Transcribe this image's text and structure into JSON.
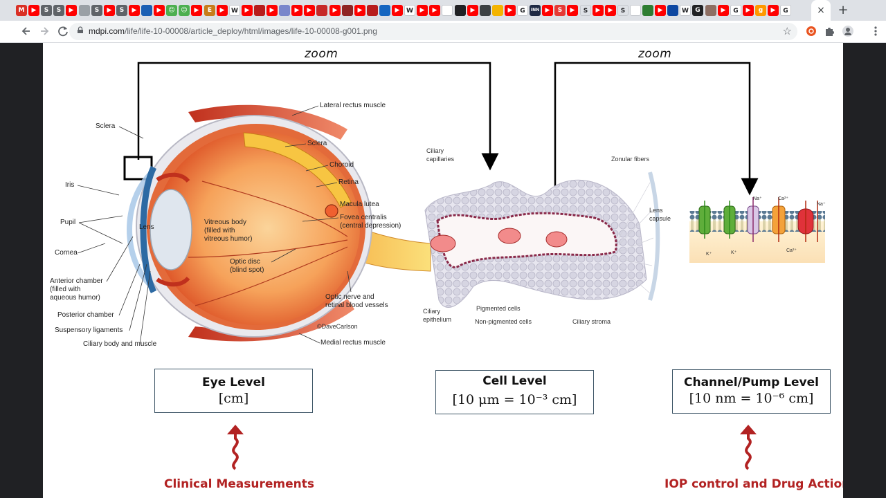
{
  "browser": {
    "tab_close_glyph": "×",
    "new_tab_glyph": "+",
    "url_domain": "mdpi.com",
    "url_path": "/life/life-10-00008/article_deploy/html/images/life-10-00008-g001.png",
    "favicons": [
      {
        "icon": "gmail-icon",
        "color": "#d93025",
        "glyph": "M"
      },
      {
        "icon": "youtube-icon",
        "color": "#ff0000",
        "glyph": "▶"
      },
      {
        "icon": "s-icon",
        "color": "#5f6368",
        "glyph": "S"
      },
      {
        "icon": "s-icon",
        "color": "#5f6368",
        "glyph": "S"
      },
      {
        "icon": "youtube-icon",
        "color": "#ff0000",
        "glyph": "▶"
      },
      {
        "icon": "page-icon",
        "color": "#9aa0a6",
        "glyph": ""
      },
      {
        "icon": "s-icon",
        "color": "#5f6368",
        "glyph": "S"
      },
      {
        "icon": "youtube-icon",
        "color": "#ff0000",
        "glyph": "▶"
      },
      {
        "icon": "s-icon",
        "color": "#5f6368",
        "glyph": "S"
      },
      {
        "icon": "youtube-icon",
        "color": "#ff0000",
        "glyph": "▶"
      },
      {
        "icon": "globe-icon",
        "color": "#1a5fb4",
        "glyph": ""
      },
      {
        "icon": "youtube-icon",
        "color": "#ff0000",
        "glyph": "▶"
      },
      {
        "icon": "smile-icon",
        "color": "#4caf50",
        "glyph": "☺"
      },
      {
        "icon": "smile-icon",
        "color": "#4caf50",
        "glyph": "☺"
      },
      {
        "icon": "youtube-icon",
        "color": "#ff0000",
        "glyph": "▶"
      },
      {
        "icon": "e-icon",
        "color": "#c77c1a",
        "glyph": "E"
      },
      {
        "icon": "youtube-icon",
        "color": "#ff0000",
        "glyph": "▶"
      },
      {
        "icon": "wikipedia-icon",
        "color": "#ffffff",
        "glyph": "W"
      },
      {
        "icon": "youtube-icon",
        "color": "#ff0000",
        "glyph": "▶"
      },
      {
        "icon": "shield-icon",
        "color": "#b71c1c",
        "glyph": ""
      },
      {
        "icon": "youtube-icon",
        "color": "#ff0000",
        "glyph": "▶"
      },
      {
        "icon": "page-icon",
        "color": "#7986cb",
        "glyph": ""
      },
      {
        "icon": "youtube-icon",
        "color": "#ff0000",
        "glyph": "▶"
      },
      {
        "icon": "youtube-icon",
        "color": "#ff0000",
        "glyph": "▶"
      },
      {
        "icon": "doc-icon",
        "color": "#c62828",
        "glyph": ""
      },
      {
        "icon": "youtube-icon",
        "color": "#ff0000",
        "glyph": "▶"
      },
      {
        "icon": "grid-icon",
        "color": "#8e2424",
        "glyph": ""
      },
      {
        "icon": "youtube-icon",
        "color": "#ff0000",
        "glyph": "▶"
      },
      {
        "icon": "crest-icon",
        "color": "#b71c1c",
        "glyph": ""
      },
      {
        "icon": "flask-icon",
        "color": "#1565c0",
        "glyph": ""
      },
      {
        "icon": "youtube-icon",
        "color": "#ff0000",
        "glyph": "▶"
      },
      {
        "icon": "wikipedia-icon",
        "color": "#ffffff",
        "glyph": "W"
      },
      {
        "icon": "youtube-icon",
        "color": "#ff0000",
        "glyph": "▶"
      },
      {
        "icon": "youtube-icon",
        "color": "#ff0000",
        "glyph": "▶"
      },
      {
        "icon": "museum-icon",
        "color": "#ffffff",
        "glyph": ""
      },
      {
        "icon": "contrast-icon",
        "color": "#202124",
        "glyph": ""
      },
      {
        "icon": "youtube-icon",
        "color": "#ff0000",
        "glyph": "▶"
      },
      {
        "icon": "feather-icon",
        "color": "#3c4043",
        "glyph": ""
      },
      {
        "icon": "badge-icon",
        "color": "#f4b400",
        "glyph": ""
      },
      {
        "icon": "youtube-icon",
        "color": "#ff0000",
        "glyph": "▶"
      },
      {
        "icon": "google-icon",
        "color": "#ffffff",
        "glyph": "G"
      },
      {
        "icon": "inn-icon",
        "color": "#1f2a44",
        "glyph": "INN"
      },
      {
        "icon": "youtube-icon",
        "color": "#ff0000",
        "glyph": "▶"
      },
      {
        "icon": "s-red-icon",
        "color": "#e53935",
        "glyph": "S"
      },
      {
        "icon": "youtube-icon",
        "color": "#ff0000",
        "glyph": "▶"
      },
      {
        "icon": "s-letter-icon",
        "color": "#dee1e6",
        "glyph": "S"
      },
      {
        "icon": "youtube-icon",
        "color": "#ff0000",
        "glyph": "▶"
      },
      {
        "icon": "youtube-icon",
        "color": "#ff0000",
        "glyph": "▶"
      },
      {
        "icon": "s-letter-icon",
        "color": "#dee1e6",
        "glyph": "S"
      },
      {
        "icon": "museum-icon",
        "color": "#ffffff",
        "glyph": ""
      },
      {
        "icon": "leaf-icon",
        "color": "#2e7d32",
        "glyph": ""
      },
      {
        "icon": "youtube-icon",
        "color": "#ff0000",
        "glyph": "▶"
      },
      {
        "icon": "globe-icon",
        "color": "#0d47a1",
        "glyph": ""
      },
      {
        "icon": "wikipedia-icon",
        "color": "#ffffff",
        "glyph": "W"
      },
      {
        "icon": "g-dark-icon",
        "color": "#202124",
        "glyph": "G"
      },
      {
        "icon": "box-icon",
        "color": "#8d6e63",
        "glyph": ""
      },
      {
        "icon": "youtube-icon",
        "color": "#ff0000",
        "glyph": "▶"
      },
      {
        "icon": "google-icon",
        "color": "#ffffff",
        "glyph": "G"
      },
      {
        "icon": "youtube-icon",
        "color": "#ff0000",
        "glyph": "▶"
      },
      {
        "icon": "g-orange-icon",
        "color": "#ff9800",
        "glyph": "g"
      },
      {
        "icon": "youtube-icon",
        "color": "#ff0000",
        "glyph": "▶"
      },
      {
        "icon": "google-icon",
        "color": "#ffffff",
        "glyph": "G"
      }
    ]
  },
  "figure": {
    "zoom_left": "zoom",
    "zoom_right": "zoom",
    "eye_labels": {
      "lateral": "Lateral rectus muscle",
      "sclera_top": "Sclera",
      "sclera_mid": "Sclera",
      "choroid": "Choroid",
      "retina": "Retina",
      "macula": "Macula lutea",
      "fovea1": "Fovea centralis",
      "fovea2": "(central depression)",
      "iris": "Iris",
      "pupil": "Pupil",
      "lens": "Lens",
      "vitreous1": "Vitreous body",
      "vitreous2": "(filled with",
      "vitreous3": "vitreous humor)",
      "cornea": "Cornea",
      "ant1": "Anterior chamber",
      "ant2": "(filled with",
      "ant3": "aqueous humor)",
      "optic_disc1": "Optic disc",
      "optic_disc2": "(blind spot)",
      "optic_nerve1": "Optic nerve and",
      "optic_nerve2": "retinal blood vessels",
      "posterior": "Posterior chamber",
      "suspensory": "Suspensory ligaments",
      "ciliary": "Ciliary body and muscle",
      "medial": "Medial rectus muscle",
      "credit": "©DaveCarlson"
    },
    "cell_labels": {
      "cap1": "Ciliary",
      "cap2": "capillaries",
      "zonular": "Zonular fibers",
      "lens_cap1": "Lens",
      "lens_cap2": "capsule",
      "epi1": "Ciliary",
      "epi2": "epithelium",
      "pigmented": "Pigmented cells",
      "nonpigmented": "Non-pigmented cells",
      "stroma": "Ciliary stroma"
    },
    "channel_labels": {
      "na_top": "Na⁺",
      "ca_top": "Ca²⁺",
      "na_right": "Na⁺",
      "k_left": "K⁺",
      "k_mid": "K⁺",
      "ca_bottom": "Ca²⁺"
    },
    "levels": [
      {
        "title": "Eye Level",
        "unit": "[cm]"
      },
      {
        "title": "Cell Level",
        "unit": "[10 μm = 10⁻³ cm]"
      },
      {
        "title": "Channel/Pump Level",
        "unit": "[10 nm = 10⁻⁶ cm]"
      }
    ],
    "bottom_left": "Clinical Measurements",
    "bottom_right": "IOP control and Drug Action"
  }
}
